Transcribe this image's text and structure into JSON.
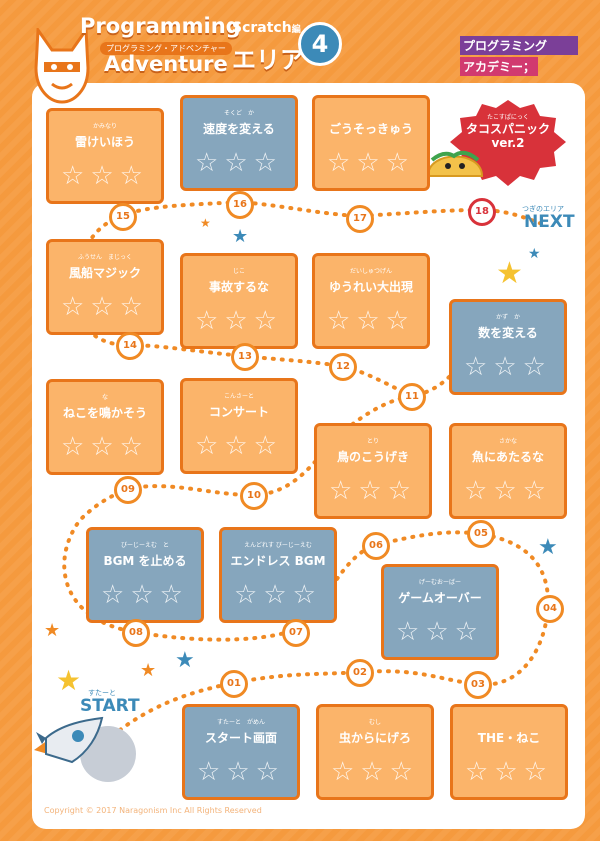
{
  "header": {
    "title_top": "Programming",
    "subtitle": "プログラミング・アドベンチャー",
    "title_bottom": "Adventure",
    "edition_en": "Scratch",
    "edition_jp": "編",
    "area_label": "エリア",
    "area_number": "4",
    "brand_line1": "プログラミング",
    "brand_line2": "アカデミー；"
  },
  "start": {
    "ruby": "すたーと",
    "label": "START"
  },
  "next": {
    "ruby": "つぎのエリア",
    "label": "NEXT"
  },
  "boss": {
    "ruby": "たこすぱにっく",
    "name": "タコスパニック",
    "version": "ver.2",
    "number": "18"
  },
  "cards": [
    {
      "id": "c01",
      "title": "スタート画面",
      "ruby": "すたーと　がめん",
      "number": "01",
      "color": "blue"
    },
    {
      "id": "c02",
      "title": "虫からにげろ",
      "ruby": "むし",
      "number": "02",
      "color": "orange"
    },
    {
      "id": "c03",
      "title": "THE・ねこ",
      "ruby": "",
      "number": "03",
      "color": "orange"
    },
    {
      "id": "c04",
      "title": "ゲームオーバー",
      "ruby": "げーむおーばー",
      "number": "04",
      "color": "blue"
    },
    {
      "id": "c05",
      "title": "魚にあたるな",
      "ruby": "さかな",
      "number": "05",
      "color": "orange"
    },
    {
      "id": "c06",
      "title": "鳥のこうげき",
      "ruby": "とり",
      "number": "06",
      "color": "orange"
    },
    {
      "id": "c07",
      "title": "エンドレス BGM",
      "ruby": "えんどれす びーじーえむ",
      "number": "07",
      "color": "blue"
    },
    {
      "id": "c08",
      "title": "BGM を止める",
      "ruby": "びーじーえむ　と",
      "number": "08",
      "color": "blue"
    },
    {
      "id": "c09",
      "title": "ねこを鳴かそう",
      "ruby": "な",
      "number": "09",
      "color": "orange"
    },
    {
      "id": "c10",
      "title": "コンサート",
      "ruby": "こんさーと",
      "number": "10",
      "color": "orange"
    },
    {
      "id": "c11",
      "title": "数を変える",
      "ruby": "かず　か",
      "number": "11",
      "color": "blue"
    },
    {
      "id": "c12",
      "title": "ゆうれい大出現",
      "ruby": "だいしゅつげん",
      "number": "12",
      "color": "orange"
    },
    {
      "id": "c13",
      "title": "事故するな",
      "ruby": "じこ",
      "number": "13",
      "color": "orange"
    },
    {
      "id": "c14",
      "title": "風船マジック",
      "ruby": "ふうせん　まじっく",
      "number": "14",
      "color": "orange"
    },
    {
      "id": "c15",
      "title": "雷けいほう",
      "ruby": "かみなり",
      "number": "15",
      "color": "orange"
    },
    {
      "id": "c16",
      "title": "速度を変える",
      "ruby": "そくど　か",
      "number": "16",
      "color": "blue"
    },
    {
      "id": "c17",
      "title": "ごうそっきゅう",
      "ruby": "",
      "number": "17",
      "color": "orange"
    }
  ],
  "stars": "☆☆☆",
  "copyright": "Copyright © 2017 Naragonism Inc All Rights Reserved"
}
